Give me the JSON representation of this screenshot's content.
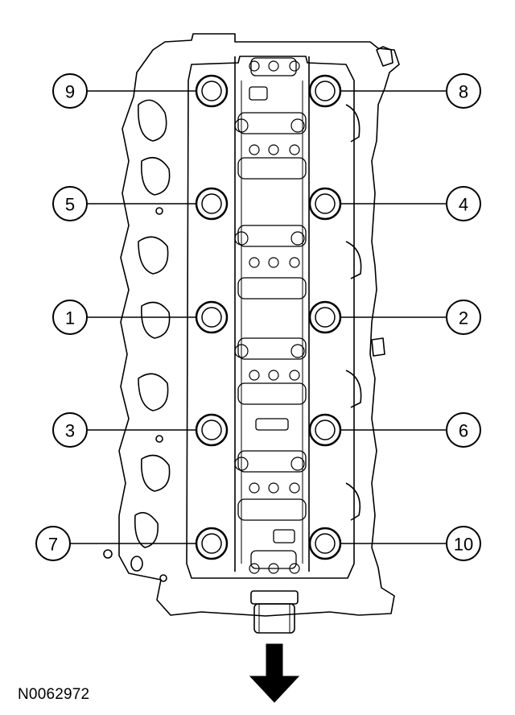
{
  "figure": {
    "id": "N0062972",
    "colors": {
      "line": "#000000",
      "fill": "#ffffff"
    },
    "direction_arrow": "down-arrow-icon"
  },
  "callouts": {
    "c1": "1",
    "c2": "2",
    "c3": "3",
    "c4": "4",
    "c5": "5",
    "c6": "6",
    "c7": "7",
    "c8": "8",
    "c9": "9",
    "c10": "10"
  }
}
